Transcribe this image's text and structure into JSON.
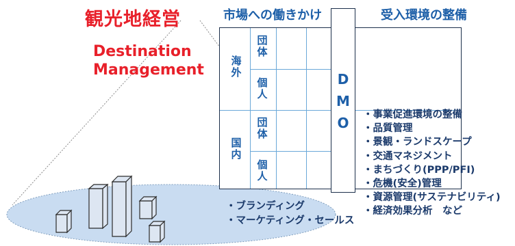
{
  "title": {
    "jp": "観光地経営",
    "en_line1": "Destination",
    "en_line2": "Management"
  },
  "headers": {
    "market": "市場への働きかけ",
    "reception": "受入環境の整備"
  },
  "segments": {
    "overseas": "海外",
    "domestic": "国内",
    "group": "団体",
    "individual": "個人"
  },
  "dmo_letters": [
    "D",
    "M",
    "O"
  ],
  "reception_items": [
    "・事業促進環境の整備",
    "・品質管理",
    "・景観・ランドスケープ",
    "・交通マネジメント",
    "・まちづくり(PPP/PFI)",
    "・危機(安全)管理",
    "・資源管理(サステナビリティ)",
    "・経済効果分析　など"
  ],
  "marketing_items": [
    "・ブランディング",
    "・マーケティング・セールス"
  ],
  "colors": {
    "title_red": "#e8202a",
    "label_blue": "#1d5fa8",
    "text_navy": "#1b3a6b",
    "ellipse_fill": "#c9dcf1",
    "building_fill": "#dde6f2",
    "grid_line": "#6aa8d8"
  }
}
